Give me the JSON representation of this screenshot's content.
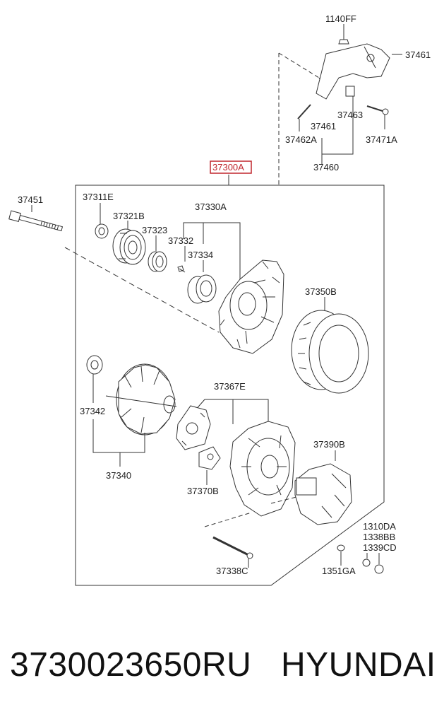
{
  "callouts": {
    "p1140FF": "1140FF",
    "p37461a": "37461",
    "p37461b": "37461",
    "p37463": "37463",
    "p37462A": "37462A",
    "p37471A": "37471A",
    "p37460": "37460",
    "p37300A": "37300A",
    "p37451": "37451",
    "p37311E": "37311E",
    "p37321B": "37321B",
    "p37323": "37323",
    "p37330A": "37330A",
    "p37332": "37332",
    "p37334": "37334",
    "p37350B": "37350B",
    "p37367E": "37367E",
    "p37342": "37342",
    "p37340": "37340",
    "p37390B": "37390B",
    "p37370B": "37370B",
    "p1310DA": "1310DA",
    "p1338BB": "1338BB",
    "p1339CD": "1339CD",
    "p1351GA": "1351GA",
    "p37338C": "37338C"
  },
  "footer": {
    "part_number": "3730023650RU",
    "brand": "HYUNDAI"
  },
  "colors": {
    "highlight": "#c0262d",
    "line": "#333333"
  }
}
